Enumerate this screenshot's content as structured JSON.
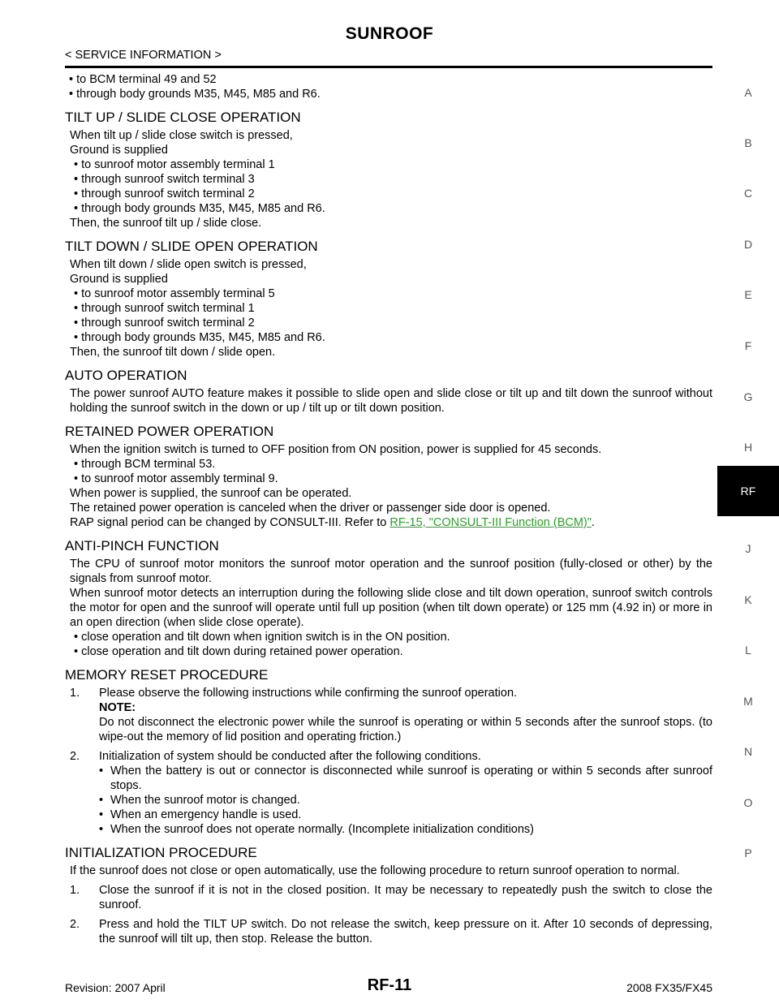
{
  "header": {
    "title": "SUNROOF",
    "subtitle": "< SERVICE INFORMATION >"
  },
  "intro": [
    "to BCM terminal 49 and 52",
    "through body grounds M35, M45, M85 and R6."
  ],
  "tilt_up": {
    "heading": "TILT UP / SLIDE CLOSE OPERATION",
    "l1": "When tilt up / slide close switch is pressed,",
    "l2": "Ground is supplied",
    "bullets": [
      "to sunroof motor assembly terminal 1",
      "through sunroof switch terminal 3",
      "through sunroof switch terminal 2",
      "through body grounds M35, M45, M85 and R6."
    ],
    "l3": "Then, the sunroof tilt up / slide close."
  },
  "tilt_down": {
    "heading": "TILT DOWN / SLIDE OPEN OPERATION",
    "l1": "When tilt down / slide open switch is pressed,",
    "l2": "Ground is supplied",
    "bullets": [
      "to sunroof motor assembly terminal 5",
      "through sunroof switch terminal 1",
      "through sunroof switch terminal 2",
      "through body grounds M35, M45, M85 and R6."
    ],
    "l3": "Then, the sunroof tilt down / slide open."
  },
  "auto": {
    "heading": "AUTO OPERATION",
    "text": "The power sunroof AUTO feature makes it possible to slide open and slide close or tilt up and tilt down the sunroof without holding the sunroof switch in the down or up / tilt up or tilt down position."
  },
  "retained": {
    "heading": "RETAINED POWER OPERATION",
    "l1": "When the ignition switch is turned to OFF position from ON position, power is supplied for 45 seconds.",
    "bullets": [
      "through BCM terminal 53.",
      "to sunroof motor assembly terminal 9."
    ],
    "l2": "When power is supplied, the sunroof can be operated.",
    "l3": "The retained power operation is canceled when the driver or passenger side door is opened.",
    "l4_prefix": "RAP signal period can be changed by CONSULT-III. Refer to ",
    "link": "RF-15, \"CONSULT-III Function (BCM)\"",
    "l4_suffix": "."
  },
  "anti_pinch": {
    "heading": "ANTI-PINCH FUNCTION",
    "p1": "The CPU of sunroof motor monitors the sunroof motor operation and the sunroof position (fully-closed or other) by the signals from sunroof motor.",
    "p2": "When sunroof motor detects an interruption during the following slide close and tilt down operation, sunroof switch controls the motor for open and the sunroof will operate until full up position (when tilt down operate) or 125 mm (4.92 in) or more in an open direction (when slide close operate).",
    "bullets": [
      "close operation and tilt down when ignition switch is in the ON position.",
      "close operation and tilt down during retained power operation."
    ]
  },
  "memory_reset": {
    "heading": "MEMORY RESET PROCEDURE",
    "s1_num": "1.",
    "s1_text": "Please observe the following instructions while confirming the sunroof operation.",
    "note_label": "NOTE:",
    "note_text": "Do not disconnect the electronic power while the sunroof is operating or within 5 seconds after the sunroof stops. (to wipe-out the memory of lid position and operating friction.)",
    "s2_num": "2.",
    "s2_text": "Initialization of system should be conducted after the following conditions.",
    "bullets": [
      "When the battery is out or connector is disconnected while sunroof is operating or within 5 seconds after sunroof stops.",
      "When the sunroof motor is changed.",
      "When an emergency handle is used.",
      "When the sunroof does not operate normally. (Incomplete initialization conditions)"
    ]
  },
  "init": {
    "heading": "INITIALIZATION PROCEDURE",
    "p1": "If the sunroof does not close or open automatically, use the following procedure to return sunroof operation to normal.",
    "s1_num": "1.",
    "s1_text": "Close the sunroof if it is not in the closed position. It may be necessary to repeatedly push the switch to close the sunroof.",
    "s2_num": "2.",
    "s2_text": "Press and hold the TILT UP switch. Do not release the switch, keep pressure on it. After 10 seconds of depressing, the sunroof will tilt up, then stop. Release the button."
  },
  "side_tabs": [
    "A",
    "B",
    "C",
    "D",
    "E",
    "F",
    "G",
    "H",
    "J",
    "K",
    "L",
    "M",
    "N",
    "O",
    "P"
  ],
  "side_active": "RF",
  "footer": {
    "revision": "Revision: 2007 April",
    "page": "RF-11",
    "model": "2008 FX35/FX45"
  }
}
